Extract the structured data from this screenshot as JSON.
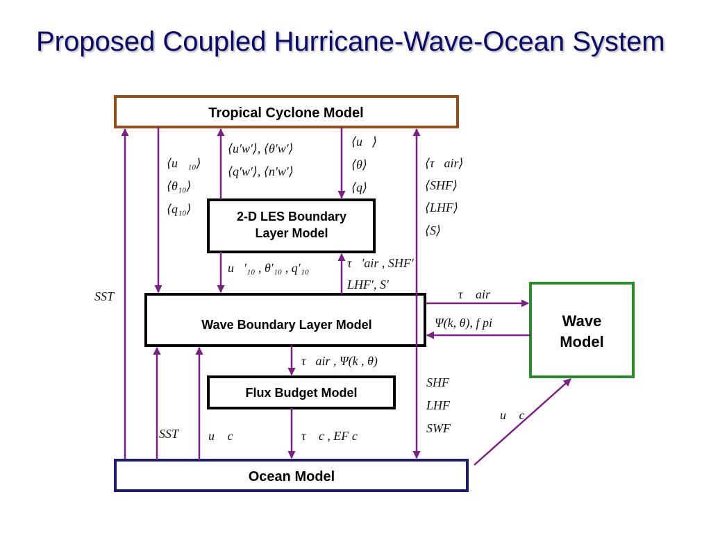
{
  "title": "Proposed Coupled Hurricane-Wave-Ocean System",
  "colors": {
    "arrow": "#7b1f86",
    "tropical_border": "#9b4a1a",
    "ocean_border": "#1a1a7a",
    "wave_border": "#2b8c2b",
    "box_border": "#000000",
    "title": "#0a0a6e"
  },
  "boxes": {
    "tropical_cyclone": "Tropical Cyclone Model",
    "les_line1": "2-D LES Boundary",
    "les_line2": "Layer Model",
    "wave_boundary": "Wave Boundary Layer Model",
    "flux_budget": "Flux Budget Model",
    "ocean": "Ocean Model",
    "wave_line1": "Wave",
    "wave_line2": "Model"
  },
  "labels": {
    "sst_left": "SST",
    "u10": "⟨u⃗₁₀⟩",
    "theta10": "⟨θ₁₀⟩",
    "q10": "⟨q₁₀⟩",
    "flux_uw_thetaw": "⟨u′w′⟩, ⟨θ′w′⟩",
    "flux_qw_nw": "⟨q′w′⟩, ⟨n′w′⟩",
    "mean_u": "⟨u⃗⟩",
    "mean_theta": "⟨θ⟩",
    "mean_q": "⟨q⟩",
    "tau_air_mean": "⟨τ⃗air⟩",
    "shf_mean": "⟨SHF⟩",
    "lhf_mean": "⟨LHF⟩",
    "s_mean": "⟨S⟩",
    "les_out": "u⃗′₁₀ , θ′₁₀ , q′₁₀",
    "les_in_1": "τ⃗′air , SHF′",
    "les_in_2": "LHF′, S′",
    "tau_air_wave": "τ⃗ air",
    "psi_fpi": "Ψ(k, θ), f pi",
    "tau_psi": "τ⃗air , Ψ(k , θ)",
    "shf": "SHF",
    "lhf": "LHF",
    "swf": "SWF",
    "sst_bottom": "SST",
    "uc_left": "u⃗ c",
    "tau_c_efc": "τ⃗ c , EF c",
    "uc_right": "u⃗ c"
  }
}
